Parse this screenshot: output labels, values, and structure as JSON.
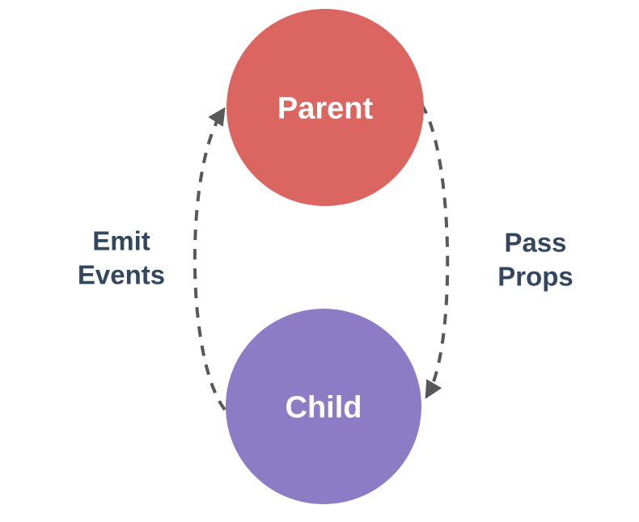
{
  "nodes": {
    "parent": {
      "label": "Parent",
      "color": "#DB6561"
    },
    "child": {
      "label": "Child",
      "color": "#8B7CC5"
    }
  },
  "edges": {
    "emit_events": {
      "label_lines": [
        "Emit",
        "Events"
      ],
      "from": "Child",
      "to": "Parent"
    },
    "pass_props": {
      "label_lines": [
        "Pass",
        "Props"
      ],
      "from": "Parent",
      "to": "Child"
    }
  },
  "colors": {
    "arrow": "#58585A",
    "edge_label_text": "#33475E",
    "node_label_text": "#FFFFFF",
    "background": "#FFFFFF"
  }
}
